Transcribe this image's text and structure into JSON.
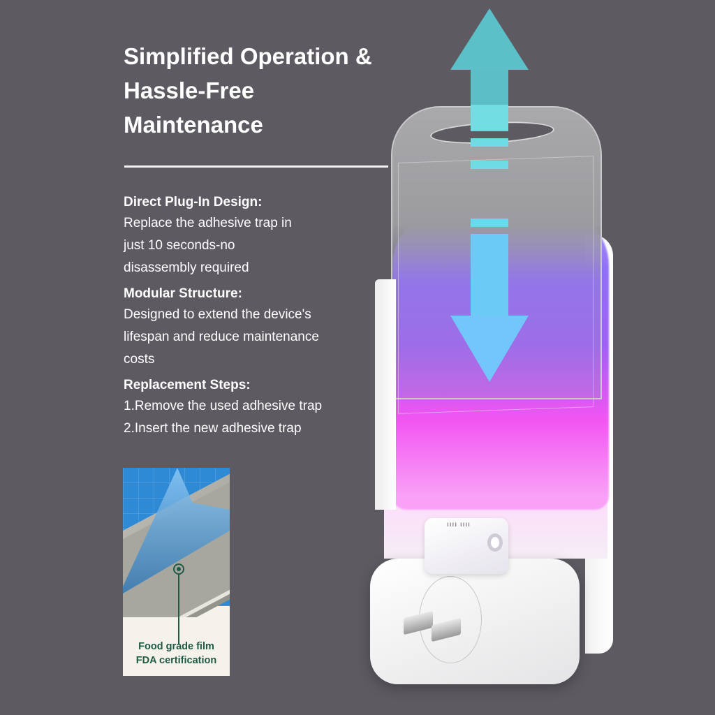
{
  "headline": {
    "title": "Simplified Operation &\nHassle-Free\nMaintenance"
  },
  "features": [
    {
      "heading": "Direct Plug-In Design:",
      "body": "Replace the adhesive trap in\njust 10 seconds-no\ndisassembly required"
    },
    {
      "heading": "Modular Structure:",
      "body": "Designed to extend the device's\nlifespan and reduce maintenance\ncosts"
    },
    {
      "heading": "Replacement Steps:",
      "body": "1.Remove the used adhesive trap\n2.Insert the new adhesive trap"
    }
  ],
  "film_card": {
    "caption": "Food grade film\nFDA certification"
  },
  "illustration": {
    "arrow_up": "arrow-up-icon",
    "arrow_down": "arrow-down-icon",
    "colors": {
      "background": "#5e5a62",
      "arrow_up": "#5cc0c8",
      "arrow_down": "#72c6fb",
      "uv_purple": "#8f6ff5",
      "uv_pink": "#f255f2",
      "caption_green": "#1f5a44"
    }
  }
}
